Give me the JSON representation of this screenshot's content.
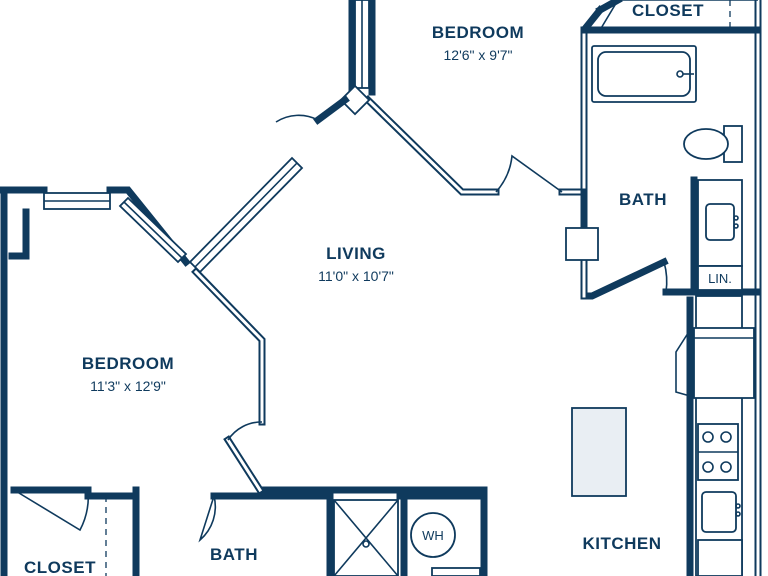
{
  "rooms": {
    "bedroom_top": {
      "name": "BEDROOM",
      "dims": "12'6\" x 9'7\""
    },
    "closet_top": {
      "name": "CLOSET"
    },
    "bath_right": {
      "name": "BATH"
    },
    "linen": {
      "name": "LIN."
    },
    "living": {
      "name": "LIVING",
      "dims": "11'0\" x 10'7\""
    },
    "bedroom_left": {
      "name": "BEDROOM",
      "dims": "11'3\" x 12'9\""
    },
    "closet_left": {
      "name": "CLOSET"
    },
    "bath_bottom": {
      "name": "BATH"
    },
    "water_heater": {
      "name": "WH"
    },
    "kitchen": {
      "name": "KITCHEN"
    }
  },
  "colors": {
    "wall": "#0f3a5d",
    "background": "#ffffff"
  }
}
